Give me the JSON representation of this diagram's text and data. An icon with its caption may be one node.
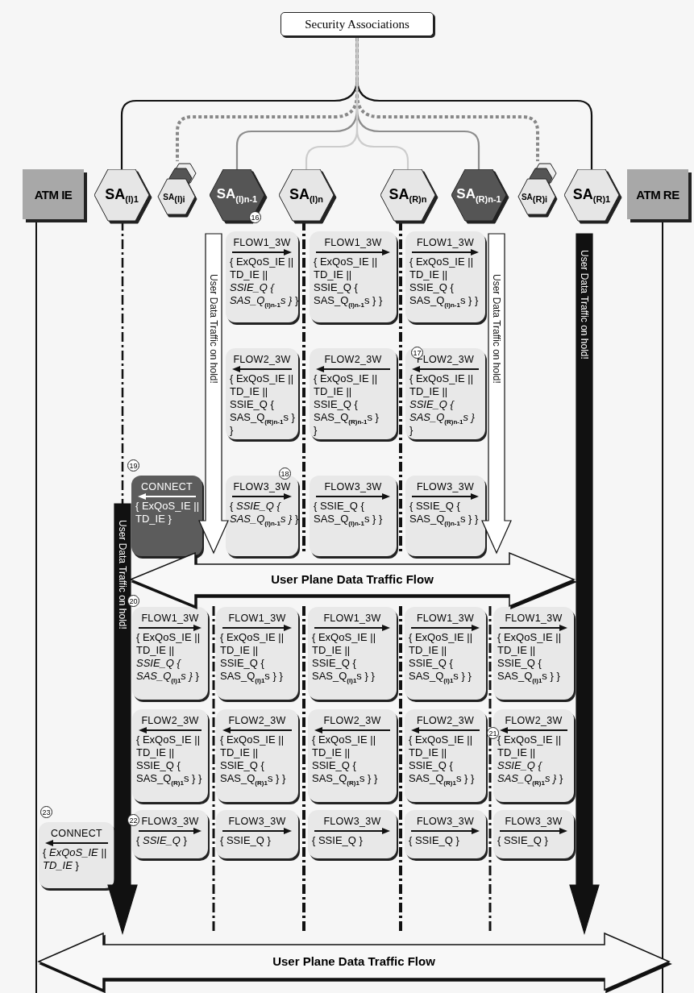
{
  "diagram": {
    "nodes": [
      {
        "text": [
          "Security Associations"
        ]
      },
      {
        "text": [
          "ATM IE"
        ]
      },
      {
        "text": [
          "SA$_{(I)1}$"
        ]
      },
      {
        "text": [
          "SA$_{(I)i}$"
        ]
      },
      {
        "text": [
          "SA$_{(I)n-1}$"
        ]
      },
      {
        "text": [
          "SA$_{(I)n}$"
        ]
      },
      {
        "text": [
          "SA$_{(R)n}$"
        ]
      },
      {
        "text": [
          "SA$_{(R)n-1}$"
        ]
      },
      {
        "text": [
          "SA$_{(R)i}$"
        ]
      },
      {
        "text": [
          "SA$_{(R)1}$"
        ]
      },
      {
        "text": [
          "ATM RE"
        ]
      },
      {
        "text": [
          "FLOW1_3W",
          "{ ExQoS_IE || TD_IE || *SSIE_Q { SAS_Q*$_{(I)n-1}$*s }* }"
        ]
      },
      {
        "text": [
          "FLOW1_3W",
          "{ ExQoS_IE || TD_IE || SSIE_Q { SAS_Q$_{(I)n-1}$s } }"
        ]
      },
      {
        "text": [
          "FLOW1_3W",
          "{ ExQoS_IE || TD_IE || SSIE_Q { SAS_Q$_{(I)n-1}$s } }"
        ]
      },
      {
        "text": [
          "FLOW2_3W",
          "{ ExQoS_IE || TD_IE || SSIE_Q { SAS_Q$_{(R)n-1}$s } }"
        ]
      },
      {
        "text": [
          "FLOW2_3W",
          "{ ExQoS_IE || TD_IE || SSIE_Q { SAS_Q$_{(R)n-1}$s } }"
        ]
      },
      {
        "text": [
          "FLOW2_3W",
          "{ ExQoS_IE || TD_IE || *SSIE_Q { SAS_Q*$_{(R)n-1}$*s }* }"
        ]
      },
      {
        "text": [
          "CONNECT",
          "{ ExQoS_IE || TD_IE }"
        ]
      },
      {
        "text": [
          "FLOW3_3W",
          "{ *SSIE_Q { SAS_Q*$_{(I)n-1}$*s }* }"
        ]
      },
      {
        "text": [
          "FLOW3_3W",
          "{ SSIE_Q { SAS_Q$_{(I)n-1}$s } }"
        ]
      },
      {
        "text": [
          "FLOW3_3W",
          "{ SSIE_Q { SAS_Q$_{(I)n-1}$s } }"
        ]
      },
      {
        "text": [
          "FLOW1_3W",
          "{ ExQoS_IE || TD_IE || *SSIE_Q { SAS_Q*$_{(I)1}$*s }* }"
        ]
      },
      {
        "text": [
          "FLOW1_3W",
          "{ ExQoS_IE || TD_IE || SSIE_Q { SAS_Q$_{(I)1}$s } }"
        ]
      },
      {
        "text": [
          "FLOW1_3W",
          "{ ExQoS_IE || TD_IE || SSIE_Q { SAS_Q$_{(I)1}$s } }"
        ]
      },
      {
        "text": [
          "FLOW1_3W",
          "{ ExQoS_IE || TD_IE || SSIE_Q { SAS_Q$_{(I)1}$s } }"
        ]
      },
      {
        "text": [
          "FLOW1_3W",
          "{ ExQoS_IE || TD_IE || SSIE_Q { SAS_Q$_{(I)1}$s } }"
        ]
      },
      {
        "text": [
          "FLOW2_3W",
          "{ ExQoS_IE || TD_IE || SSIE_Q { SAS_Q$_{(R)1}$s } }"
        ]
      },
      {
        "text": [
          "FLOW2_3W",
          "{ ExQoS_IE || TD_IE || SSIE_Q { SAS_Q$_{(R)1}$s } }"
        ]
      },
      {
        "text": [
          "FLOW2_3W",
          "{ ExQoS_IE || TD_IE || SSIE_Q { SAS_Q$_{(R)1}$s } }"
        ]
      },
      {
        "text": [
          "FLOW2_3W",
          "{ ExQoS_IE || TD_IE || SSIE_Q { SAS_Q$_{(R)1}$s } }"
        ]
      },
      {
        "text": [
          "FLOW2_3W",
          "{ ExQoS_IE || TD_IE || *SSIE_Q { SAS_Q*$_{(R)1}$*s }* }"
        ]
      },
      {
        "text": [
          "CONNECT",
          "{ *ExQoS_IE || TD_IE* }"
        ]
      },
      {
        "text": [
          "FLOW3_3W",
          "{ *SSIE_Q* }"
        ]
      },
      {
        "text": [
          "FLOW3_3W",
          "{ SSIE_Q }"
        ]
      },
      {
        "text": [
          "FLOW3_3W",
          "{ SSIE_Q }"
        ]
      },
      {
        "text": [
          "FLOW3_3W",
          "{ SSIE_Q }"
        ]
      },
      {
        "text": [
          "FLOW3_3W",
          "{ SSIE_Q }"
        ]
      },
      {
        "text": [
          "User Data Traffic on hold!"
        ]
      },
      {
        "text": [
          "User Data Traffic on hold!"
        ]
      },
      {
        "text": [
          "User Data Traffic on hold!"
        ]
      },
      {
        "text": [
          "User Plane Data Traffic Flow"
        ]
      },
      {
        "text": [
          "User Data Traffic on hold!"
        ]
      },
      {
        "text": [
          "User Plane Data Traffic Flow"
        ]
      }
    ],
    "edges": [
      {
        "from": 0,
        "to": 2,
        "arrow": "none"
      },
      {
        "from": 0,
        "to": 9,
        "arrow": "none"
      },
      {
        "from": 0,
        "to": 3,
        "arrow": "none",
        "style": "dashed",
        "color": "#888888"
      },
      {
        "from": 0,
        "to": 8,
        "arrow": "none",
        "style": "dashed",
        "color": "#888888"
      },
      {
        "from": 0,
        "to": 4,
        "arrow": "none",
        "color": "#8c8c8c"
      },
      {
        "from": 0,
        "to": 7,
        "arrow": "none",
        "color": "#8c8c8c"
      },
      {
        "from": 0,
        "to": 5,
        "arrow": "none",
        "color": "#cccccc"
      },
      {
        "from": 0,
        "to": 6,
        "arrow": "none",
        "color": "#cccccc"
      },
      {
        "from": 1,
        "to": null,
        "arrow": "none"
      },
      {
        "from": 10,
        "to": null,
        "arrow": "none"
      },
      {
        "from": 2,
        "to": 41,
        "arrow": "none",
        "style": "dashed"
      },
      {
        "from": 5,
        "to": 40,
        "arrow": "none",
        "style": "dashed"
      },
      {
        "from": 6,
        "to": 40,
        "arrow": "none",
        "style": "dashed"
      },
      {
        "from": 40,
        "to": 42,
        "arrow": "none",
        "style": "dashed"
      },
      {
        "from": 40,
        "to": 42,
        "arrow": "none",
        "style": "dashed"
      },
      {
        "from": 40,
        "to": 42,
        "arrow": "none",
        "style": "dashed"
      },
      {
        "from": 40,
        "to": 42,
        "arrow": "none",
        "style": "dashed"
      }
    ],
    "labels": [
      "16",
      "17",
      "18",
      "19",
      "20",
      "21",
      "23",
      "22"
    ]
  }
}
